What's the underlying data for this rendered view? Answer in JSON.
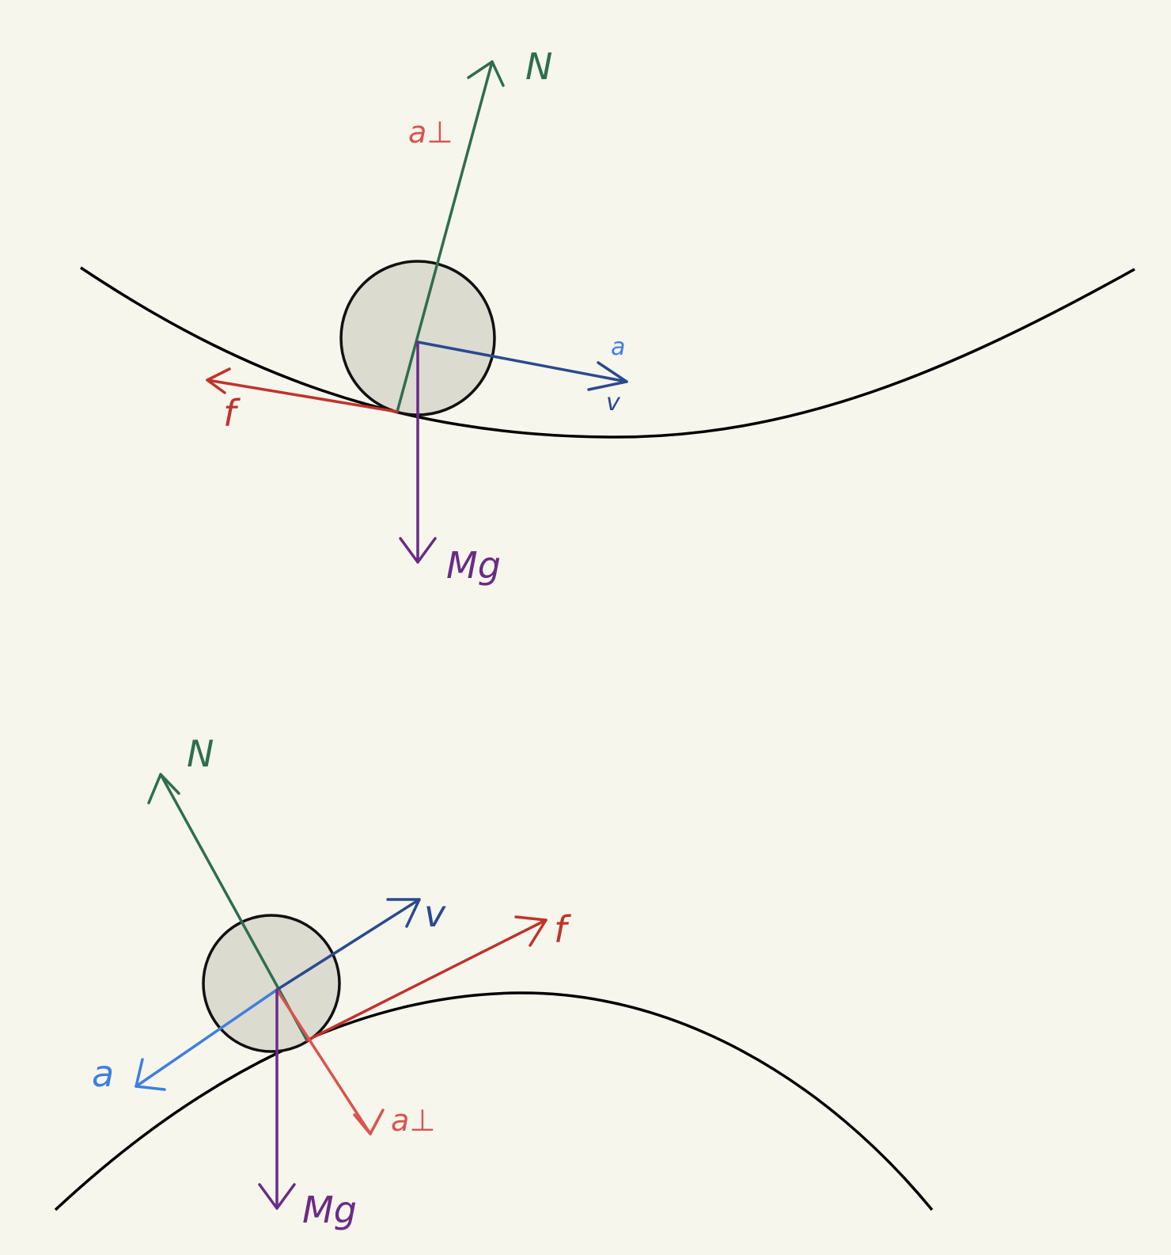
{
  "colors": {
    "background": "#f7f6ec",
    "ball_fill": "#dcdbd0",
    "surface": "#000000",
    "normal": "#2e6e4f",
    "friction": "#c0332b",
    "gravity": "#6a2b86",
    "velocity": "#2a4a8f",
    "acceleration": "#3f7fe0",
    "a_perp": "#d9534f"
  },
  "top_diagram": {
    "labels": {
      "normal": "N",
      "a_perp": "a⊥",
      "friction": "f",
      "acceleration": "a",
      "velocity": "v",
      "gravity": "Mg"
    }
  },
  "bottom_diagram": {
    "labels": {
      "normal": "N",
      "velocity": "v",
      "friction": "f",
      "acceleration": "a",
      "a_perp": "a⊥",
      "gravity": "Mg"
    }
  }
}
